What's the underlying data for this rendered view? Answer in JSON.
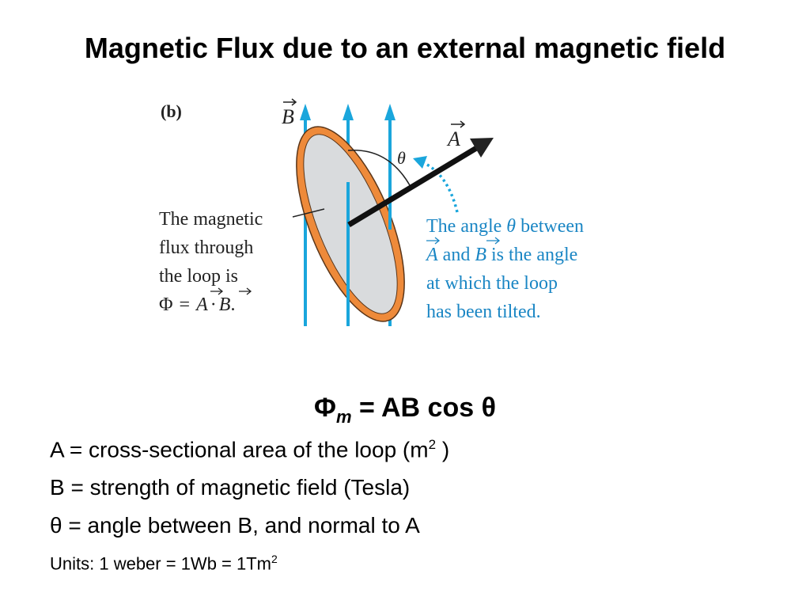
{
  "title": "Magnetic Flux due to an external magnetic field",
  "diagram": {
    "panel_label": "(b)",
    "b_label": "B",
    "a_label": "A",
    "theta_label": "θ",
    "flux_caption": [
      "The magnetic",
      "flux through",
      "the loop is"
    ],
    "flux_formula": {
      "phi": "Φ",
      "eq": "=",
      "a": "A",
      "dot": "·",
      "b": "B",
      "end": "."
    },
    "angle_caption": {
      "line1": {
        "pre": "The angle ",
        "theta": "θ",
        "post": " between"
      },
      "line2": {
        "a": "A",
        "and": " and ",
        "b": "B",
        "post": " is the angle"
      },
      "line3": "at which the loop",
      "line4": "has been tilted."
    },
    "colors": {
      "field_lines": "#1aa6dc",
      "loop_rim": "#ee8a3a",
      "loop_fill": "#d9dbdd",
      "area_vector": "#111111",
      "caption_blue": "#1a86c4"
    }
  },
  "formula": {
    "phi": "Φ",
    "sub": "m",
    "rest": " = AB cos θ"
  },
  "definitions": {
    "a": {
      "text": "A = cross-sectional area of the loop (m",
      "sup": "2",
      "close": " )"
    },
    "b": "B = strength of magnetic field (Tesla)",
    "theta": "θ = angle between B, and normal to A"
  },
  "units": {
    "text": "Units:  1 weber = 1Wb = 1Tm",
    "sup": "2"
  }
}
